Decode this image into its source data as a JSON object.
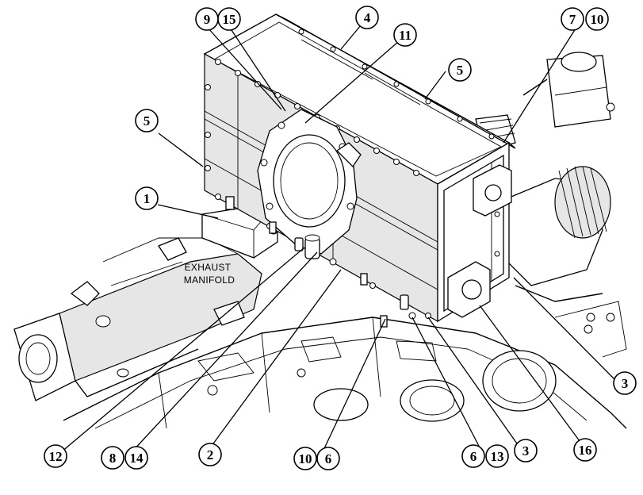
{
  "labels": {
    "exhaust_line1": "EXHAUST",
    "exhaust_line2": "MANIFOLD"
  },
  "callouts": [
    {
      "id": "c-9",
      "text": "9"
    },
    {
      "id": "c-15",
      "text": "15"
    },
    {
      "id": "c-4",
      "text": "4"
    },
    {
      "id": "c-11",
      "text": "11"
    },
    {
      "id": "c-5a",
      "text": "5"
    },
    {
      "id": "c-7",
      "text": "7"
    },
    {
      "id": "c-10a",
      "text": "10"
    },
    {
      "id": "c-5b",
      "text": "5"
    },
    {
      "id": "c-1",
      "text": "1"
    },
    {
      "id": "c-3a",
      "text": "3"
    },
    {
      "id": "c-16",
      "text": "16"
    },
    {
      "id": "c-12",
      "text": "12"
    },
    {
      "id": "c-8",
      "text": "8"
    },
    {
      "id": "c-14",
      "text": "14"
    },
    {
      "id": "c-2",
      "text": "2"
    },
    {
      "id": "c-10b",
      "text": "10"
    },
    {
      "id": "c-6a",
      "text": "6"
    },
    {
      "id": "c-6b",
      "text": "6"
    },
    {
      "id": "c-13",
      "text": "13"
    },
    {
      "id": "c-3b",
      "text": "3"
    }
  ]
}
